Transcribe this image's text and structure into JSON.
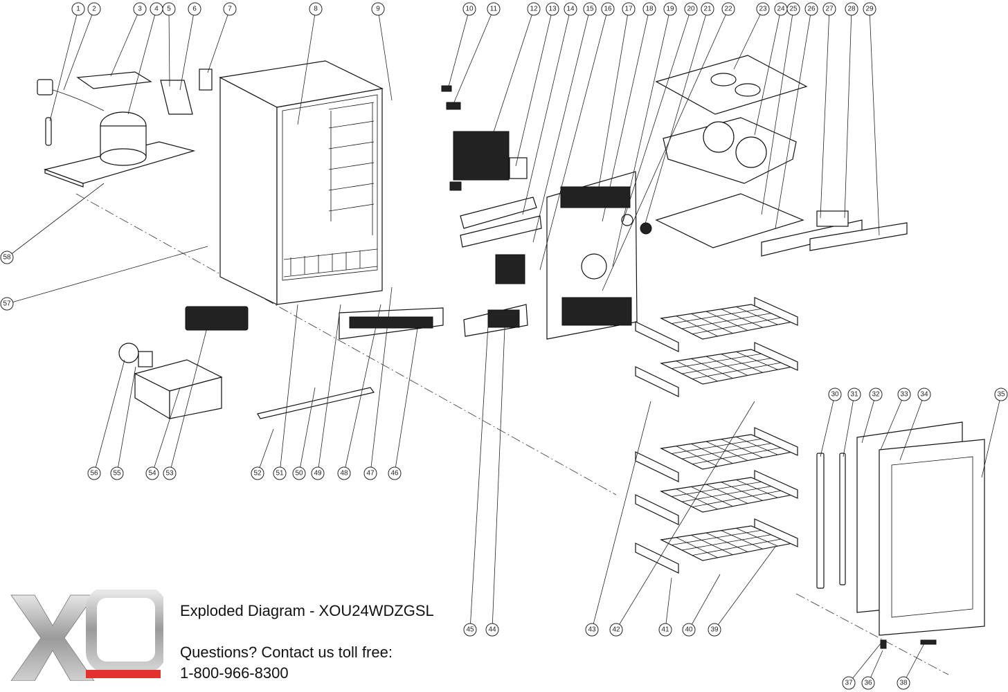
{
  "title": "Exploded Diagram - XOU24WDZGSL",
  "contact_line": "Questions? Contact us toll free:",
  "phone": "1-800-966-8300",
  "logo_text": "XO",
  "brand_colors": {
    "logo_silver": "#b9b9b9",
    "logo_red": "#e2322b",
    "line": "#111111"
  },
  "part_numbers": [
    "1",
    "2",
    "3",
    "4",
    "5",
    "6",
    "7",
    "8",
    "9",
    "10",
    "11",
    "12",
    "13",
    "14",
    "15",
    "16",
    "17",
    "18",
    "19",
    "20",
    "21",
    "22",
    "23",
    "24",
    "25",
    "26",
    "27",
    "28",
    "29",
    "30",
    "31",
    "32",
    "33",
    "34",
    "35",
    "36",
    "37",
    "38",
    "39",
    "40",
    "41",
    "42",
    "43",
    "44",
    "45",
    "46",
    "47",
    "48",
    "49",
    "50",
    "51",
    "52",
    "53",
    "54",
    "55",
    "56",
    "57",
    "58"
  ]
}
